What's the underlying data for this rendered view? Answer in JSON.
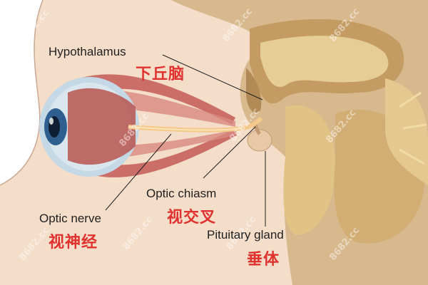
{
  "labels": {
    "hypothalamus": {
      "en": "Hypothalamus",
      "zh": "下丘脑"
    },
    "optic_chiasm": {
      "en": "Optic chiasm",
      "zh": "视交叉"
    },
    "optic_nerve": {
      "en": "Optic nerve",
      "zh": "视神经"
    },
    "pituitary_gland": {
      "en": "Pituitary gland",
      "zh": "垂体"
    }
  },
  "watermark": "8682.cc",
  "colors": {
    "label_en": "#1f1f1f",
    "label_zh": "#e0312e",
    "skin": "#f4ddc9",
    "brain": "#d8b98d",
    "muscle": "#c7625c",
    "nerve": "#f5c98b"
  }
}
